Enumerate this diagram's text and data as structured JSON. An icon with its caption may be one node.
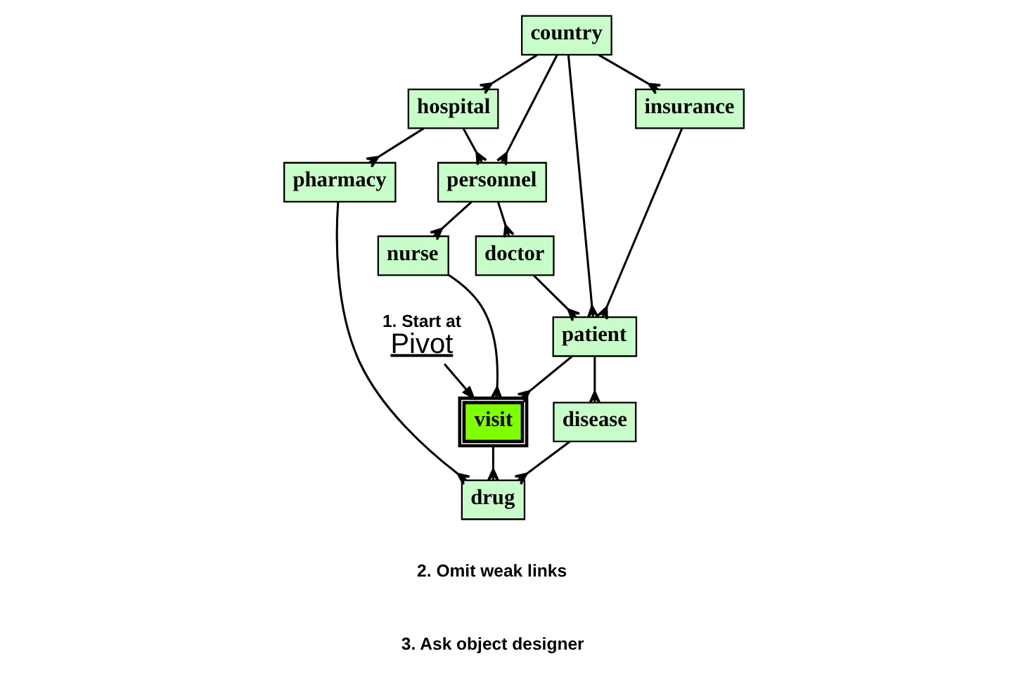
{
  "diagram": {
    "nodes": [
      {
        "text": [
          "disease"
        ]
      },
      {
        "text": [
          "hospital"
        ]
      },
      {
        "text": [
          "insurance"
        ]
      },
      {
        "text": [
          "personnel"
        ]
      },
      {
        "text": [
          "pharmacy"
        ]
      },
      {
        "text": [
          "patient"
        ]
      },
      {
        "text": [
          "country"
        ]
      },
      {
        "text": [
          "doctor"
        ]
      },
      {
        "text": [
          "visit"
        ]
      },
      {
        "text": [
          "nurse"
        ]
      },
      {
        "text": [
          "drug"
        ]
      },
      {
        "text": [
          "1. Start at",
          "Pivot"
        ]
      }
    ],
    "edges": [
      {
        "from": 5,
        "to": 0,
        "arrow": "other"
      },
      {
        "from": 1,
        "to": 3,
        "arrow": "other"
      },
      {
        "from": 1,
        "to": 4,
        "arrow": "other"
      },
      {
        "from": 6,
        "to": 2,
        "arrow": "other"
      },
      {
        "from": 6,
        "to": 1,
        "arrow": "other"
      },
      {
        "from": 6,
        "to": 3,
        "arrow": "other"
      },
      {
        "from": 2,
        "to": 5,
        "arrow": "other"
      },
      {
        "from": 6,
        "to": 5,
        "arrow": "other"
      },
      {
        "from": 7,
        "to": 5,
        "arrow": "other"
      },
      {
        "from": 3,
        "to": 7,
        "arrow": "other"
      },
      {
        "from": 3,
        "to": 9,
        "arrow": "other"
      },
      {
        "from": 5,
        "to": 8,
        "arrow": "other"
      },
      {
        "from": 11,
        "to": 8,
        "arrow": "to"
      },
      {
        "from": 9,
        "to": 8,
        "arrow": "other"
      },
      {
        "from": 4,
        "to": 10,
        "arrow": "other"
      },
      {
        "from": 0,
        "to": 10,
        "arrow": "other"
      },
      {
        "from": 8,
        "to": 10,
        "arrow": "other"
      }
    ],
    "labels": [
      "2. Omit weak links",
      "3. Ask object designer"
    ]
  }
}
